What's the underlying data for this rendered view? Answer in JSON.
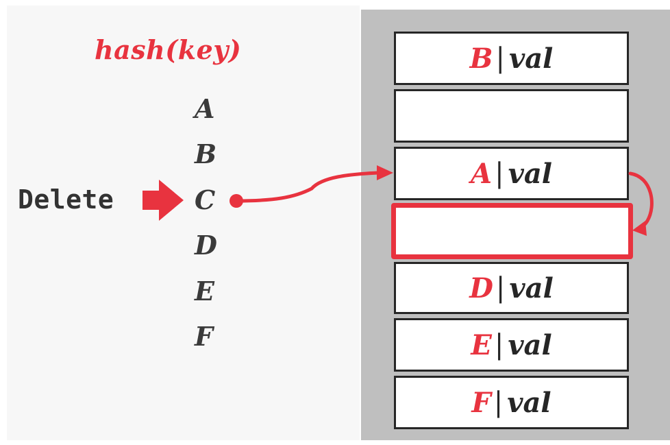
{
  "title": "hash(key)",
  "action_label": "Delete",
  "keys": [
    "A",
    "B",
    "C",
    "D",
    "E",
    "F"
  ],
  "slots": [
    {
      "key": "B",
      "sep": "|",
      "value": "val",
      "state": "occupied"
    },
    {
      "key": "",
      "sep": "",
      "value": "",
      "state": "empty"
    },
    {
      "key": "A",
      "sep": "|",
      "value": "val",
      "state": "occupied"
    },
    {
      "key": "",
      "sep": "",
      "value": "",
      "state": "deleted"
    },
    {
      "key": "D",
      "sep": "|",
      "value": "val",
      "state": "occupied"
    },
    {
      "key": "E",
      "sep": "|",
      "value": "val",
      "state": "occupied"
    },
    {
      "key": "F",
      "sep": "|",
      "value": "val",
      "state": "occupied"
    }
  ],
  "colors": {
    "accent": "#e8333f",
    "text": "#3a3a3a",
    "table_bg": "#bfbfbf",
    "left_bg": "#f7f7f7"
  }
}
